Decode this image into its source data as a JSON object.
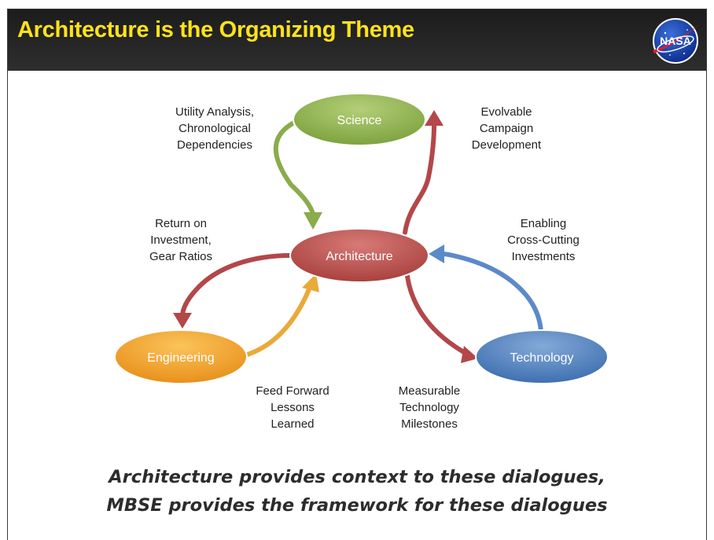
{
  "slide": {
    "title": "Architecture is the Organizing Theme",
    "logo_text": "NASA"
  },
  "nodes": {
    "science": "Science",
    "architecture": "Architecture",
    "engineering": "Engineering",
    "technology": "Technology"
  },
  "labels": {
    "science_in": [
      "Utility Analysis,",
      "Chronological",
      "Dependencies"
    ],
    "science_out": [
      "Evolvable",
      "Campaign",
      "Development"
    ],
    "engineering_out": [
      "Return on",
      "Investment,",
      "Gear Ratios"
    ],
    "technology_out": [
      "Enabling",
      "Cross-Cutting",
      "Investments"
    ],
    "engineering_in": [
      "Feed Forward",
      "Lessons",
      "Learned"
    ],
    "technology_in": [
      "Measurable",
      "Technology",
      "Milestones"
    ]
  },
  "footer": {
    "line1": "Architecture provides context to these dialogues,",
    "line2": "MBSE provides the framework for these dialogues"
  },
  "colors": {
    "title": "#ffe21b",
    "science": "#9bbb59",
    "architecture": "#c0504d",
    "engineering": "#f5a623",
    "technology": "#4f81bd"
  }
}
